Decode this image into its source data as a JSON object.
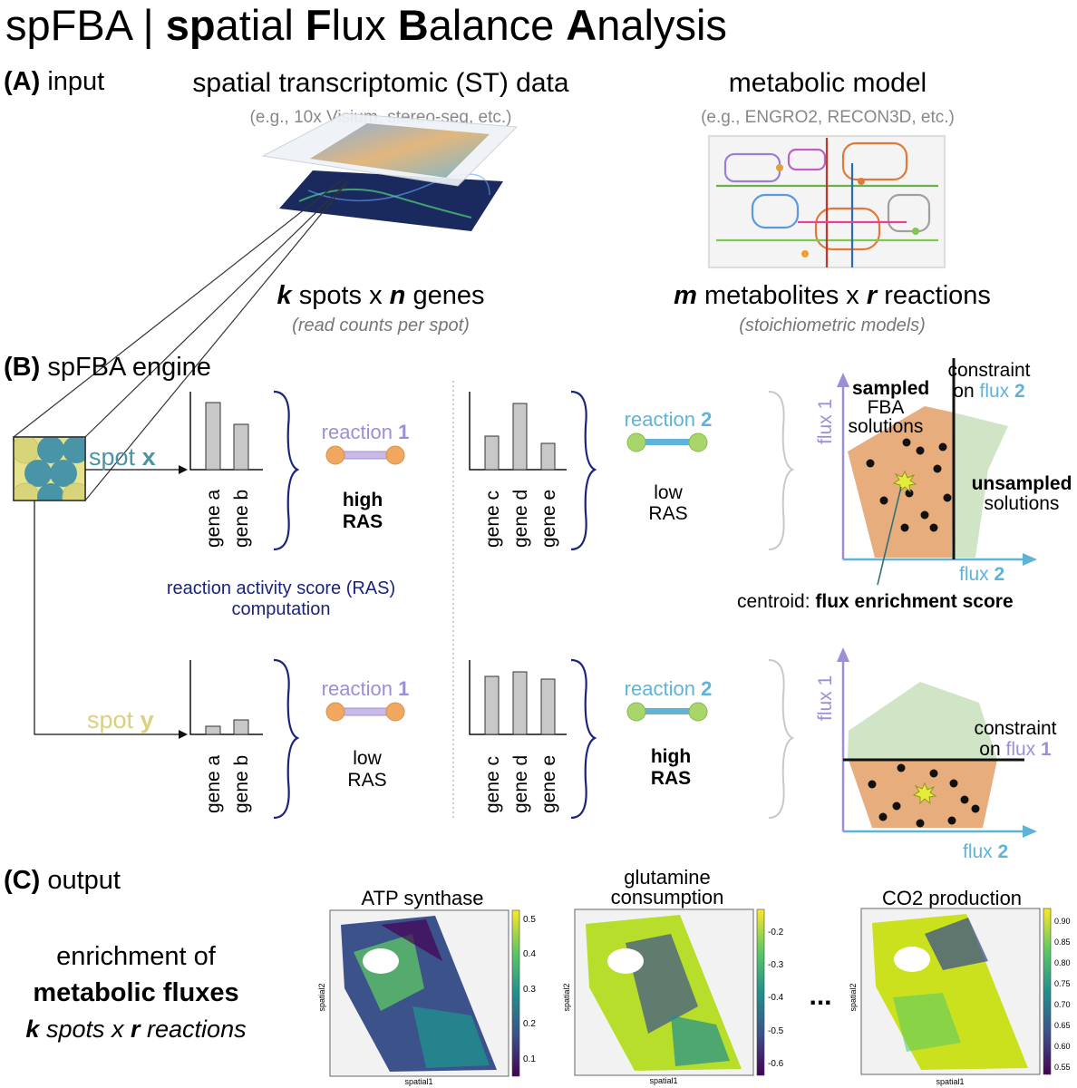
{
  "title": {
    "prefix": "spFBA | ",
    "p1_bold": "sp",
    "p1_rest": "atial ",
    "p2_bold": "F",
    "p2_rest": "lux ",
    "p3_bold": "B",
    "p3_rest": "alance ",
    "p4_bold": "A",
    "p4_rest": "nalysis"
  },
  "section_a": {
    "label": "(A)",
    "name": "input",
    "st": {
      "heading": "spatial transcriptomic (ST) data",
      "examples": "(e.g., 10x Visium, stereo-seq, etc.)",
      "dims_k": "k",
      "dims_mid": "spots x",
      "dims_n": "n",
      "dims_end": "genes",
      "note": "(read counts per spot)"
    },
    "model": {
      "heading": "metabolic model",
      "examples": "(e.g., ENGRO2, RECON3D, etc.)",
      "dims_m": "m",
      "dims_mid": "metabolites x",
      "dims_r": "r",
      "dims_end": "reactions",
      "note": "(stoichiometric models)"
    }
  },
  "section_b": {
    "label": "(B)",
    "name": "spFBA engine",
    "spot_x": {
      "word": "spot",
      "letter": "x"
    },
    "spot_y": {
      "word": "spot",
      "letter": "y"
    },
    "ras_caption_1": "reaction activity score (RAS)",
    "ras_caption_2": "computation",
    "row_x": {
      "genes_left": [
        "gene a",
        "gene b"
      ],
      "genes_right": [
        "gene c",
        "gene d",
        "gene e"
      ],
      "reaction1": {
        "word": "reaction",
        "num": "1",
        "ras_line1": "high",
        "ras_line2": "RAS"
      },
      "reaction2": {
        "word": "reaction",
        "num": "2",
        "ras_line1": "low",
        "ras_line2": "RAS"
      }
    },
    "row_y": {
      "genes_left": [
        "gene a",
        "gene b"
      ],
      "genes_right": [
        "gene c",
        "gene d",
        "gene e"
      ],
      "reaction1": {
        "word": "reaction",
        "num": "1",
        "ras_line1": "low",
        "ras_line2": "RAS"
      },
      "reaction2": {
        "word": "reaction",
        "num": "2",
        "ras_line1": "high",
        "ras_line2": "RAS"
      }
    },
    "flux_plot_1": {
      "sampled_1": "sampled",
      "sampled_2": "FBA",
      "sampled_3": "solutions",
      "constraint_1": "constraint",
      "constraint_2_pre": "on",
      "constraint_2_flux": "flux",
      "constraint_2_num": "2",
      "unsampled_1": "unsampled",
      "unsampled_2": "solutions",
      "y_axis": "flux 1",
      "x_axis_word": "flux",
      "x_axis_num": "2",
      "centroid_pre": "centroid:",
      "centroid_bold": "flux enrichment score"
    },
    "flux_plot_2": {
      "constraint_1": "constraint",
      "constraint_2_pre": "on",
      "constraint_2_flux": "flux",
      "constraint_2_num": "1",
      "y_axis": "flux 1",
      "x_axis_word": "flux",
      "x_axis_num": "2"
    },
    "colors": {
      "reaction1": "#9b8fd6",
      "reaction2": "#5fb3d9",
      "spot_x": "#4a94a8",
      "spot_y": "#d9d27a",
      "node_orange": "#f0a860",
      "node_green": "#a8d66a",
      "ras_blue": "#1a237e",
      "feasible_orange": "#e7ad7d",
      "unsampled_green": "#cfe5c6"
    }
  },
  "section_c": {
    "label": "(C)",
    "name": "output",
    "desc_1": "enrichment of",
    "desc_2": "metabolic fluxes",
    "desc_3_k": "k",
    "desc_3_mid": "spots x",
    "desc_3_r": "r",
    "desc_3_end": "reactions",
    "ellipsis": "...",
    "maps": [
      {
        "title": "ATP synthase",
        "ticks": [
          "0.5",
          "0.4",
          "0.3",
          "0.2",
          "0.1"
        ],
        "xlabel": "spatial1",
        "ylabel": "spatial2"
      },
      {
        "title_1": "glutamine",
        "title_2": "consumption",
        "ticks": [
          "-0.2",
          "-0.3",
          "-0.4",
          "-0.5",
          "-0.6"
        ],
        "xlabel": "spatial1",
        "ylabel": "spatial2"
      },
      {
        "title": "CO2 production",
        "ticks": [
          "0.90",
          "0.85",
          "0.80",
          "0.75",
          "0.70",
          "0.65",
          "0.60",
          "0.55"
        ],
        "xlabel": "spatial1",
        "ylabel": "spatial2"
      }
    ]
  }
}
